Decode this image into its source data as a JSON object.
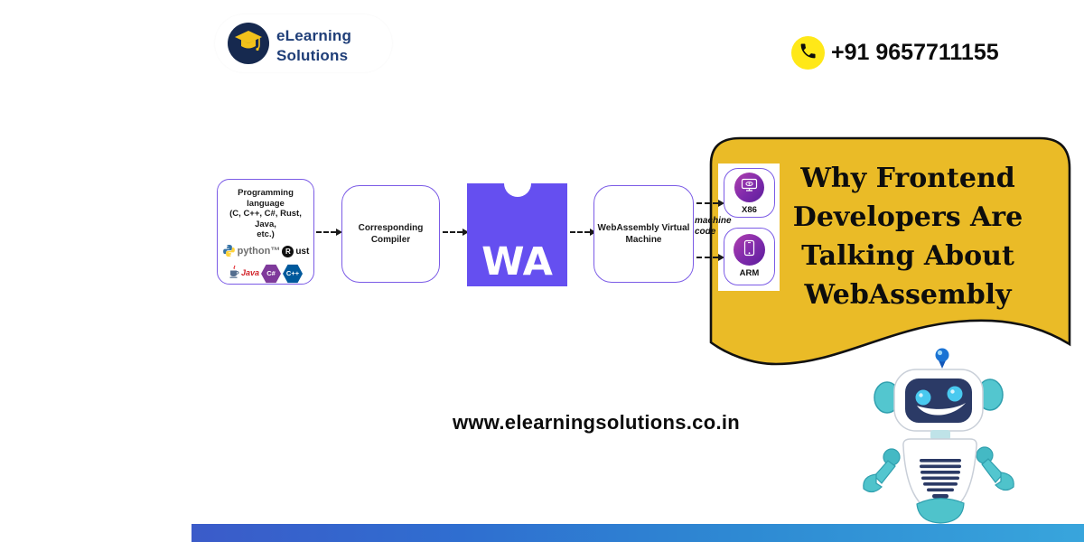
{
  "header": {
    "logo_line1": "eLearning",
    "logo_line2": "Solutions",
    "phone_number": "+91 9657711155"
  },
  "diagram": {
    "languages_box": {
      "line1": "Programming language",
      "line2": "(C, C++, C#, Rust, Java,",
      "line3": "etc.)",
      "python_label": "python™",
      "rust_r": "R",
      "rust_rest": "ust",
      "java_label": "Java",
      "csharp_label": "C#",
      "cpp_label": "C++"
    },
    "compiler_box": {
      "line1": "Corresponding",
      "line2": "Compiler"
    },
    "wasm_logo_label": "WA",
    "vm_box": {
      "line1": "WebAssembly Virtual",
      "line2": "Machine"
    },
    "machine_code": {
      "line1": "machine",
      "line2": "code"
    },
    "targets": [
      {
        "label": "X86",
        "icon": "monitor-icon"
      },
      {
        "label": "ARM",
        "icon": "smartphone-icon"
      }
    ]
  },
  "title_blob": {
    "lines": [
      "Why Frontend",
      "Developers Are",
      "Talking About",
      "WebAssembly"
    ]
  },
  "footer": {
    "website": "www.elearningsolutions.co.in"
  },
  "icons": {
    "logo": "graduation-cap",
    "phone": "phone-handset",
    "languages": [
      "python",
      "rust",
      "java",
      "csharp",
      "cpp"
    ],
    "mascot": "robot"
  },
  "colors": {
    "accent_purple_border": "#7B5BE6",
    "wasm_purple": "#654FF0",
    "blob_yellow": "#EABB27",
    "blob_outline": "#111111",
    "logo_navy": "#16294F",
    "logo_text_blue": "#1F3E78",
    "phone_badge_yellow": "#FFE818",
    "csharp_purple": "#7F3A9B",
    "cpp_blue": "#00599C",
    "water_blue_left": "#3B5BC9",
    "water_blue_right": "#38A5DC"
  }
}
